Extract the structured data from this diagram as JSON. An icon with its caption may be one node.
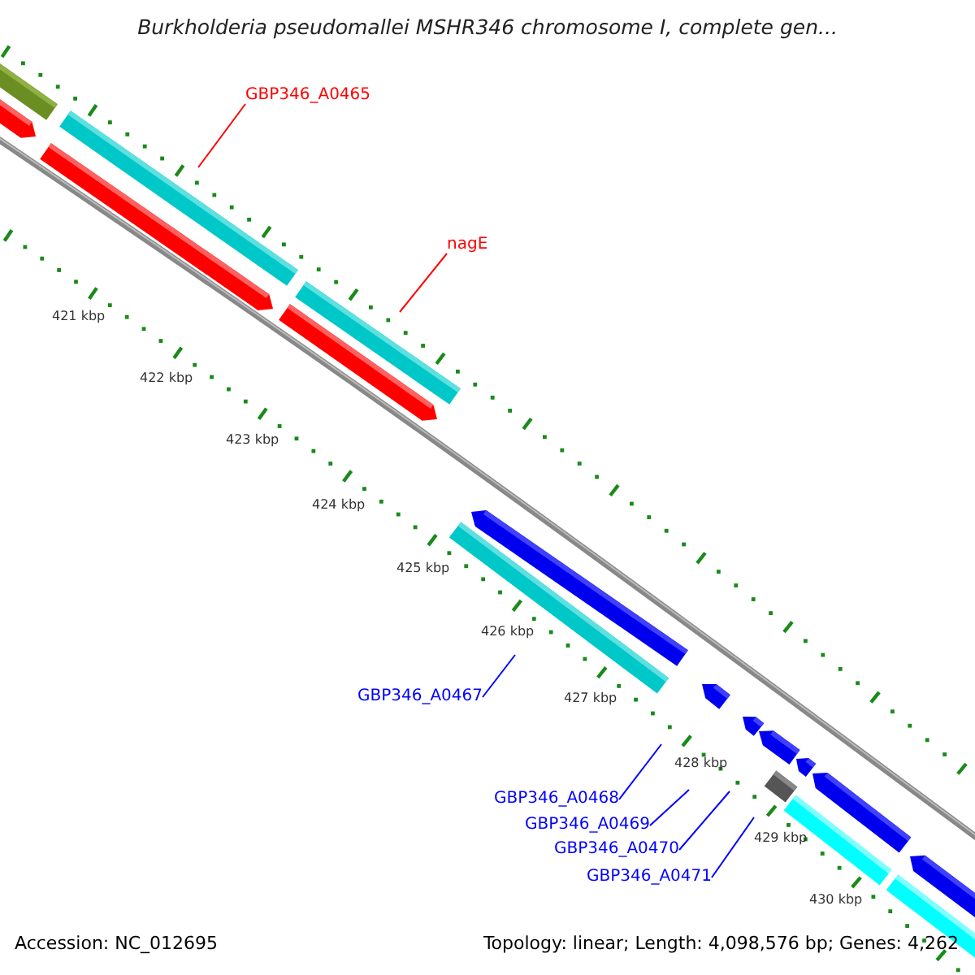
{
  "diagram": {
    "title": "Burkholderia pseudomallei MSHR346 chromosome I, complete gen...",
    "nodes": [
      {
        "text": [
          "GBP346_A0465"
        ]
      },
      {
        "text": [
          "nagE"
        ]
      },
      {
        "text": [
          "GBP346_A0467"
        ]
      },
      {
        "text": [
          "GBP346_A0468"
        ]
      },
      {
        "text": [
          "GBP346_A0469"
        ]
      },
      {
        "text": [
          "GBP346_A0470"
        ]
      },
      {
        "text": [
          "GBP346_A0471"
        ]
      }
    ],
    "edges": [
      {
        "from": 0,
        "to": null,
        "arrow": "none",
        "color": "#ff0000"
      },
      {
        "from": 1,
        "to": null,
        "arrow": "none",
        "color": "#ff0000"
      },
      {
        "from": 2,
        "to": null,
        "arrow": "none"
      },
      {
        "from": 3,
        "to": null,
        "arrow": "none"
      },
      {
        "from": 4,
        "to": null,
        "arrow": "none"
      },
      {
        "from": 5,
        "to": null,
        "arrow": "none"
      },
      {
        "from": 6,
        "to": null,
        "arrow": "none"
      }
    ],
    "labels": [
      "421 kbp",
      "422 kbp",
      "423 kbp",
      "424 kbp",
      "425 kbp",
      "426 kbp",
      "427 kbp",
      "428 kbp",
      "429 kbp",
      "430 kbp",
      "Accession: NC_012695",
      "Topology: linear; Length: 4,098,576 bp; Genes: 4,262"
    ]
  }
}
